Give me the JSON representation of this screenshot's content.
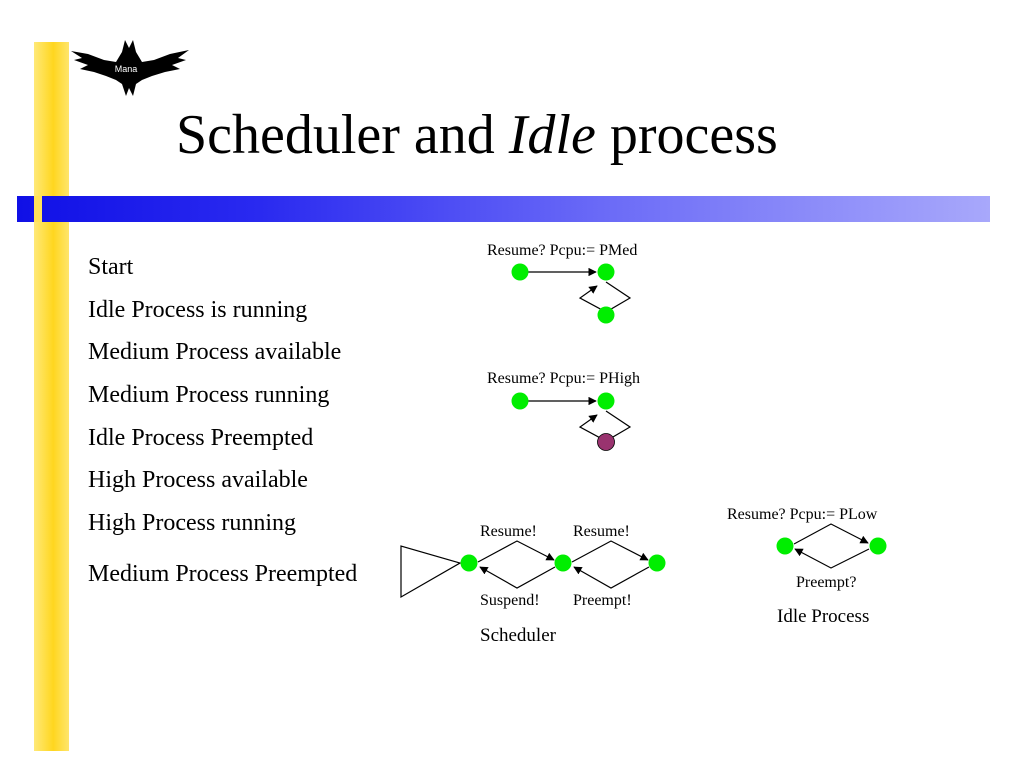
{
  "logo": {
    "text": "Mana"
  },
  "title": {
    "part1": "Scheduler and ",
    "italic": "Idle",
    "part2": " process"
  },
  "steps": [
    "Start",
    "Idle Process is running",
    "Medium Process available",
    "Medium Process running",
    "Idle Process Preempted",
    "High Process available",
    "High Process running",
    "Medium Process Preempted"
  ],
  "diagram_medium": {
    "label": "Resume? Pcpu:= PMed"
  },
  "diagram_high": {
    "label": "Resume? Pcpu:= PHigh"
  },
  "scheduler": {
    "resume_left": "Resume!",
    "resume_right": "Resume!",
    "suspend": "Suspend!",
    "preempt": "Preempt!",
    "caption": "Scheduler"
  },
  "idle_process": {
    "label_top": "Resume? Pcpu:= PLow",
    "label_bottom": "Preempt?",
    "caption": "Idle Process"
  },
  "colors": {
    "active_node": "#00ee00",
    "preempted_node": "#99336f",
    "sidebar": "#ffd61f",
    "title_bar_start": "#1010e6",
    "title_bar_end": "#a8a8fb"
  }
}
